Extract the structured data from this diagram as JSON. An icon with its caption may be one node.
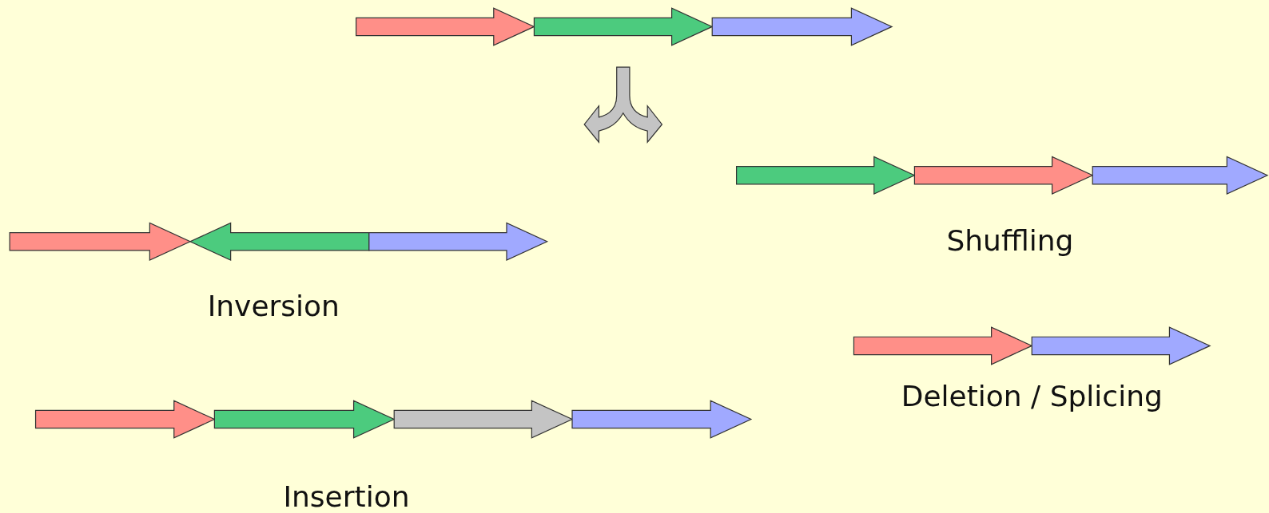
{
  "diagram": {
    "labels": [
      "Shuffling",
      "Inversion",
      "Deletion / Splicing",
      "Insertion"
    ]
  }
}
